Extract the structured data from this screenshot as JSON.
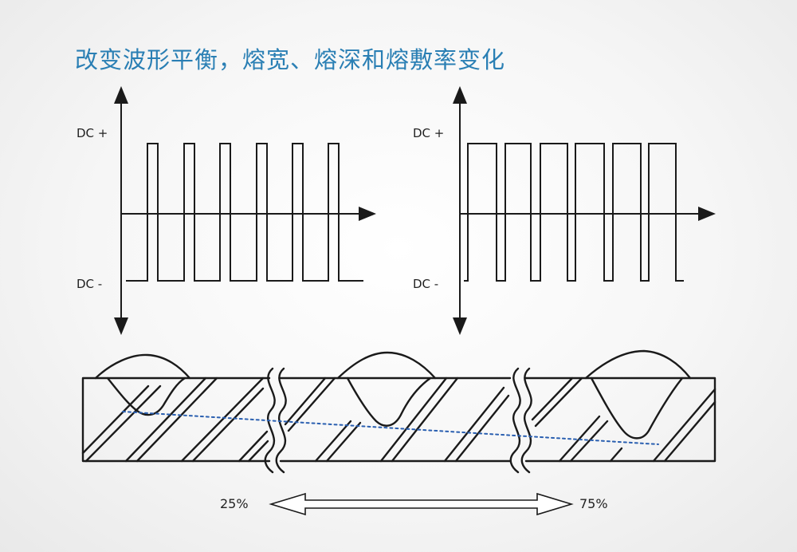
{
  "title": "改变波形平衡，熔宽、熔深和熔敷率变化",
  "waveform_left": {
    "dc_plus": "DC +",
    "dc_minus": "DC -"
  },
  "waveform_right": {
    "dc_plus": "DC +",
    "dc_minus": "DC -"
  },
  "range": {
    "left_label": "25%",
    "right_label": "75%"
  },
  "colors": {
    "title": "#2a7fb4",
    "trend_line": "#2a5fb0",
    "ink": "#1a1a1a"
  }
}
